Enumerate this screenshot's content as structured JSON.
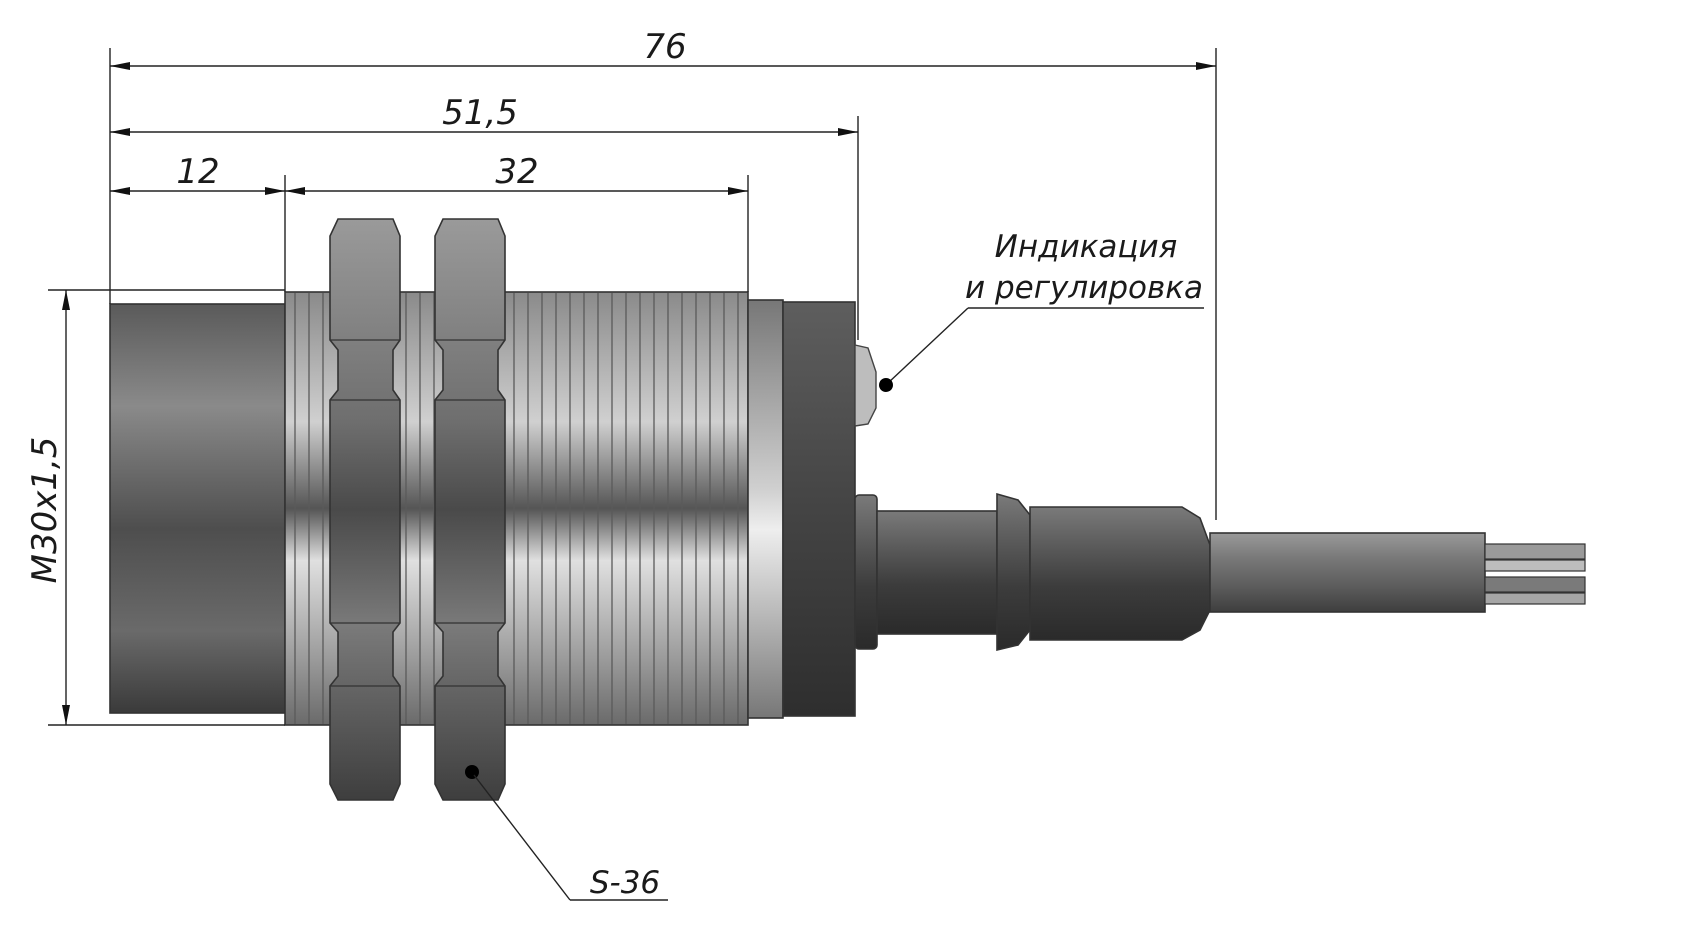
{
  "dimensions": {
    "overall_length": "76",
    "body_length": "51,5",
    "face_length": "12",
    "thread_length": "32",
    "thread_spec": "M30x1,5"
  },
  "callouts": {
    "indication_line1": "Индикация",
    "indication_line2": "и регулировка",
    "nut_size": "S-36"
  },
  "colors": {
    "background": "#ffffff",
    "line": "#222222",
    "metal_dark": "#4a4a4a",
    "metal_light": "#d8d8d8"
  }
}
